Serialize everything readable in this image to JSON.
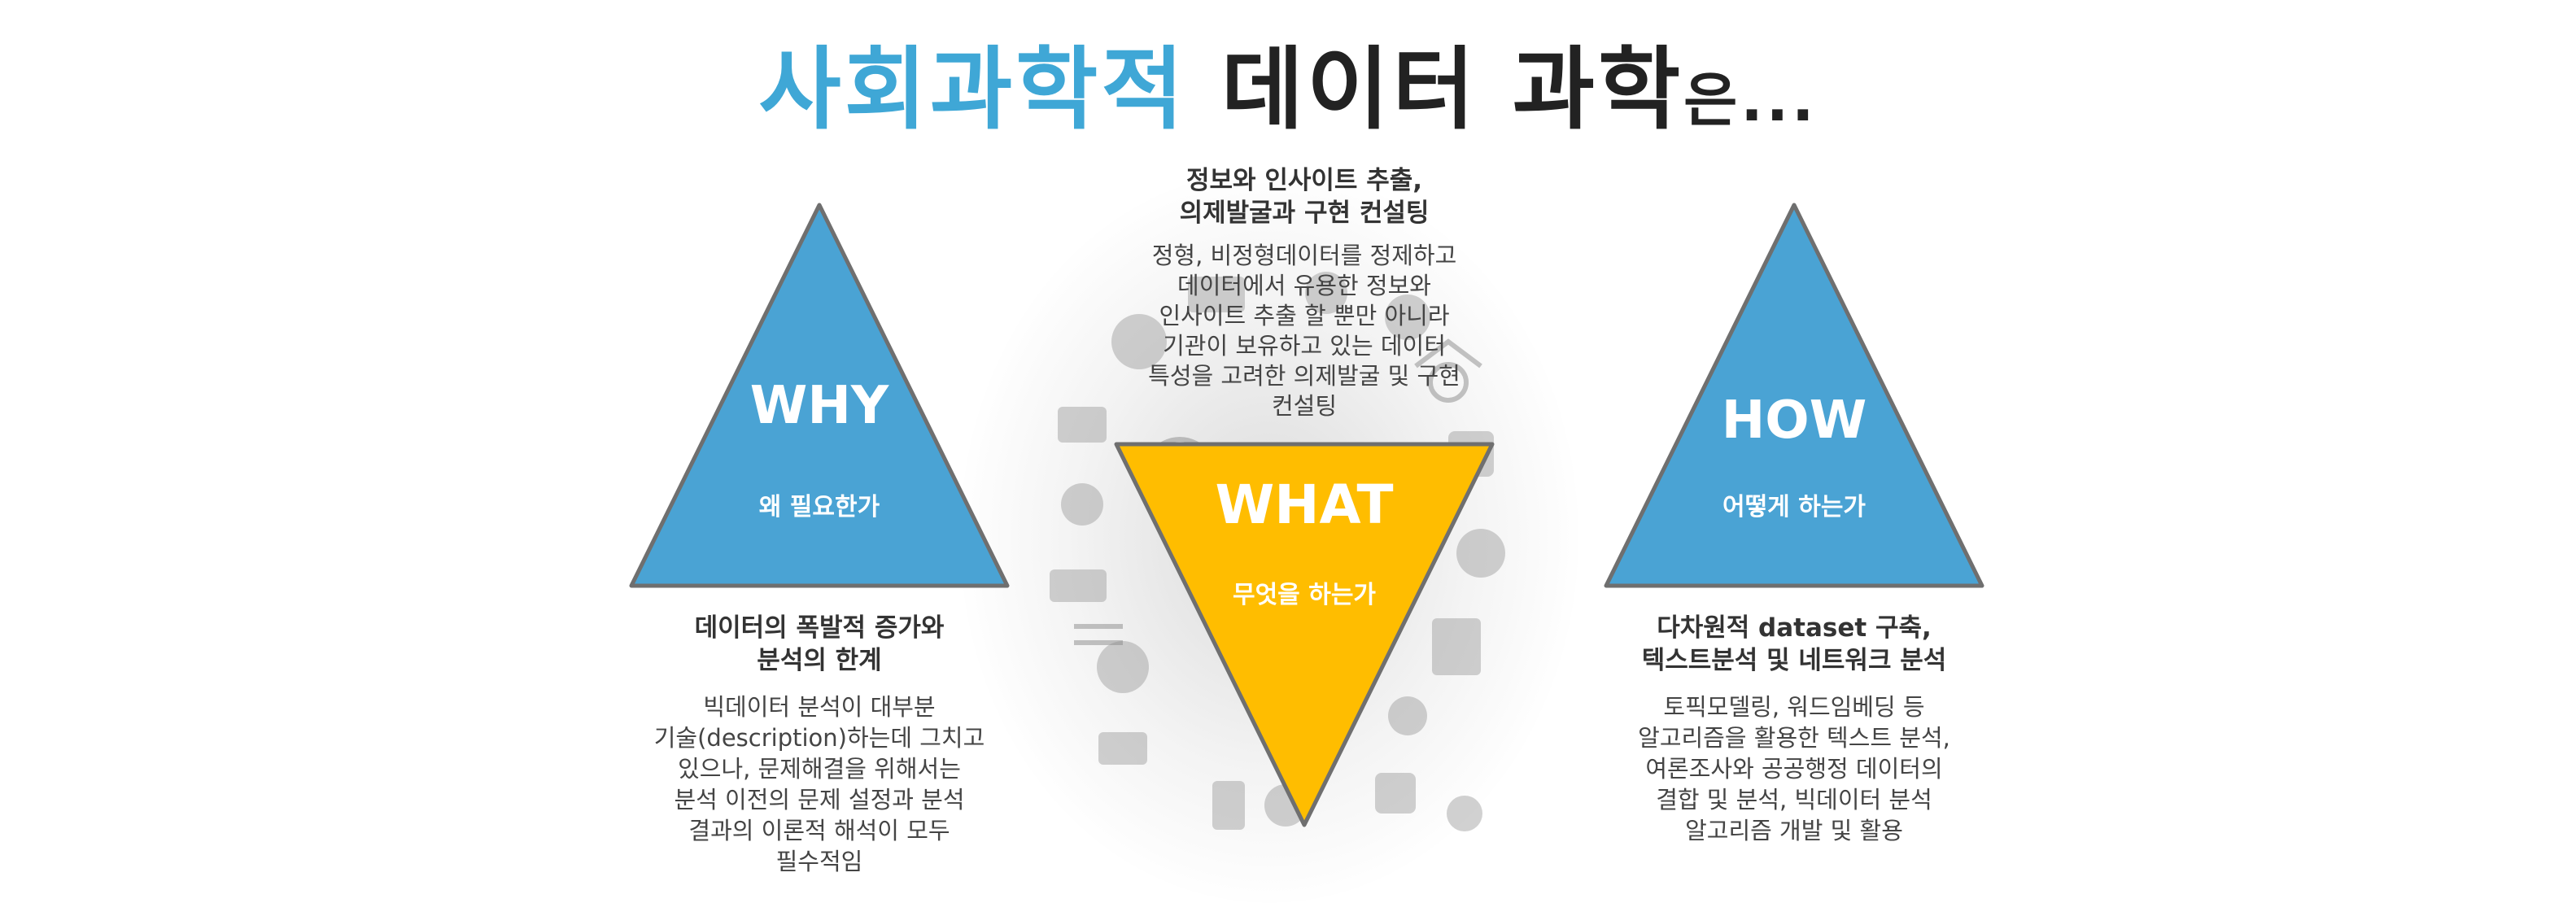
{
  "title": {
    "accent": "사회과학적",
    "main": "데이터 과학",
    "suffix": "은..."
  },
  "why": {
    "label": "WHY",
    "sub": "왜 필요한가",
    "heading": [
      "데이터의 폭발적 증가와",
      "분석의 한계"
    ],
    "body": [
      "빅데이터 분석이 대부분",
      "기술(description)하는데 그치고",
      "있으나, 문제해결을 위해서는",
      "분석 이전의 문제 설정과 분석",
      "결과의 이론적 해석이 모두",
      "필수적임"
    ]
  },
  "what": {
    "label": "WHAT",
    "sub": "무엇을 하는가",
    "heading": [
      "정보와 인사이트 추출,",
      "의제발굴과 구현 컨설팅"
    ],
    "body": [
      "정형, 비정형데이터를 정제하고",
      "데이터에서 유용한 정보와",
      "인사이트 추출 할 뿐만 아니라",
      "기관이 보유하고 있는 데이터",
      "특성을 고려한 의제발굴 및 구현",
      "컨설팅"
    ]
  },
  "how": {
    "label": "HOW",
    "sub": "어떻게 하는가",
    "heading": [
      "다차원적 dataset 구축,",
      "텍스트분석 및 네트워크 분석"
    ],
    "body": [
      "토픽모델링, 워드임베딩 등",
      "알고리즘을 활용한 텍스트 분석,",
      "여론조사와 공공행정 데이터의",
      "결합 및 분석, 빅데이터 분석",
      "알고리즘 개발 및 활용"
    ]
  },
  "colors": {
    "blue": "#4aa3d4",
    "yellow": "#ffbd00",
    "accent_text": "#3fa7d6",
    "dark_text": "#222222"
  }
}
